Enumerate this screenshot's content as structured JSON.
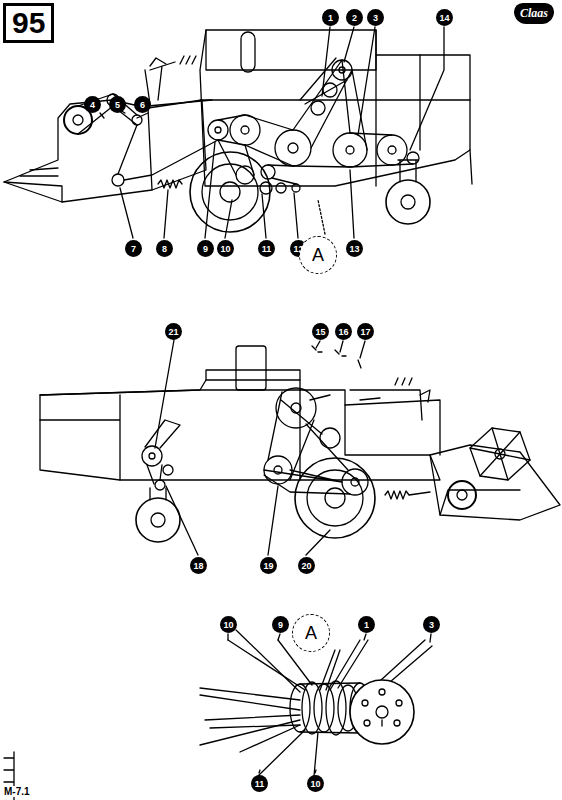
{
  "diagram": {
    "nodes": [
      {
        "text": [
          "95"
        ]
      },
      {
        "text": [
          "Claas"
        ]
      }
    ],
    "labels": [
      "1",
      "2",
      "3",
      "14",
      "4",
      "5",
      "6",
      "7",
      "8",
      "9",
      "10",
      "11",
      "12",
      "A",
      "13",
      "21",
      "15",
      "16",
      "17",
      "18",
      "19",
      "20",
      "10",
      "9",
      "A",
      "1",
      "3",
      "11",
      "10",
      "M-7.1"
    ]
  }
}
